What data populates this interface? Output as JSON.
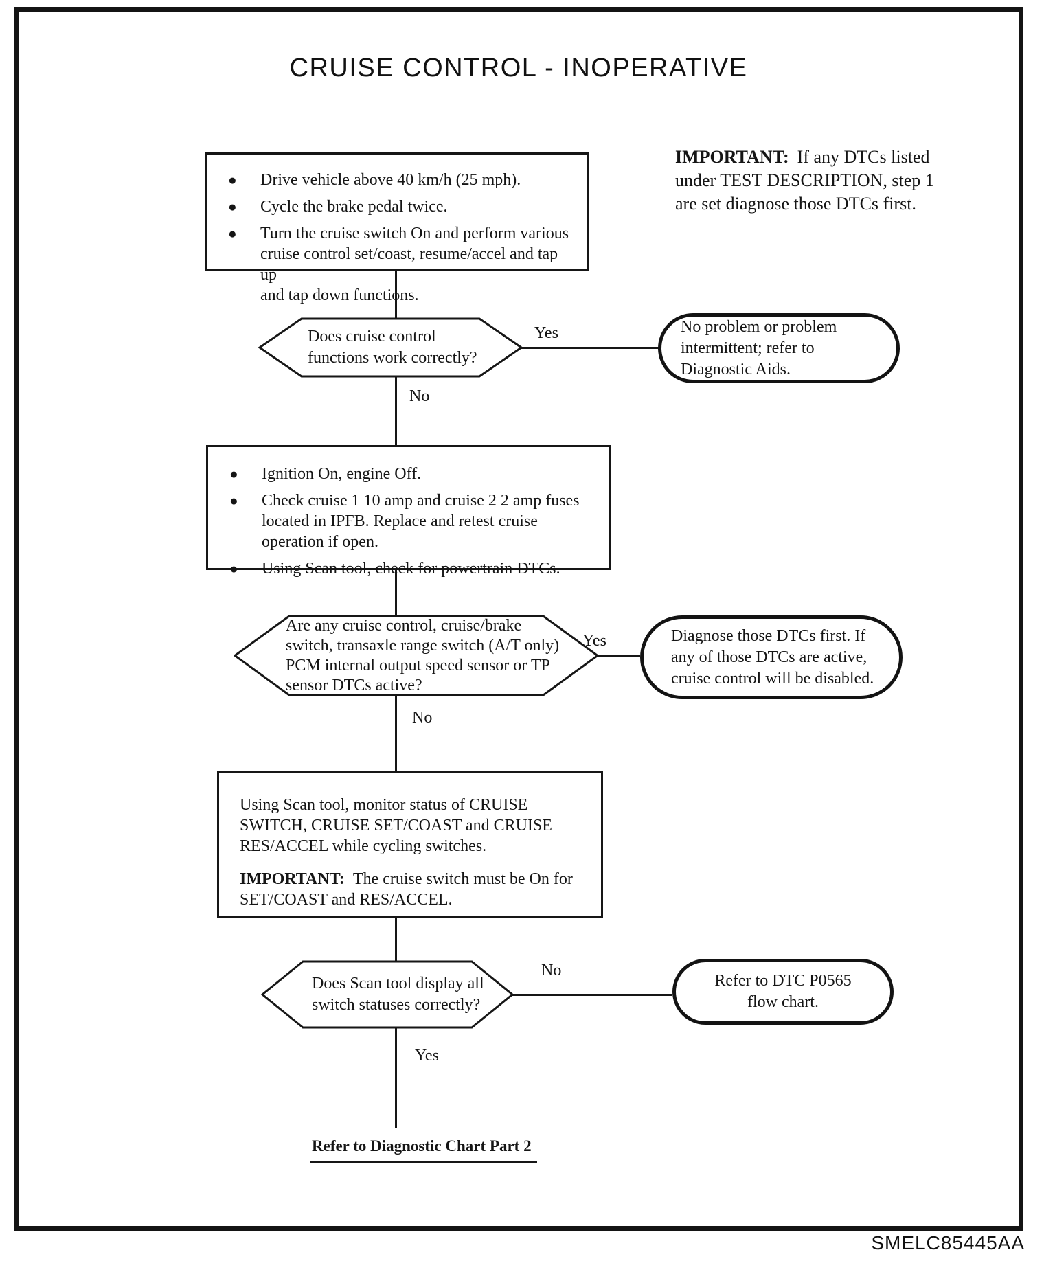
{
  "title": "CRUISE CONTROL - INOPERATIVE",
  "doc_code": "SMELC85445AA",
  "glyphs": {
    "bullet": "●"
  },
  "note": {
    "label": "IMPORTANT:",
    "text": "If any DTCs listed\nunder TEST DESCRIPTION, step 1\nare set diagnose those DTCs first."
  },
  "box1": {
    "bullets": [
      "Drive vehicle above 40 km/h (25 mph).",
      "Cycle the brake pedal twice.",
      "Turn the cruise switch On and perform various\ncruise control set/coast, resume/accel and tap up\nand tap down functions."
    ]
  },
  "decision1": {
    "text": "Does cruise control\nfunctions work correctly?",
    "yes": "Yes",
    "no": "No"
  },
  "result1": {
    "text": "No problem or problem\nintermittent; refer to\nDiagnostic Aids."
  },
  "box2": {
    "bullets": [
      "Ignition On, engine Off.",
      "Check cruise 1 10 amp and cruise 2 2 amp fuses\nlocated in IPFB. Replace and retest cruise\noperation if open.",
      "Using Scan tool, check for powertrain DTCs."
    ]
  },
  "decision2": {
    "text": "Are any cruise control, cruise/brake\nswitch, transaxle range switch (A/T only)\nPCM internal output speed sensor or TP\nsensor DTCs active?",
    "yes": "Yes",
    "no": "No"
  },
  "result2": {
    "text": "Diagnose those DTCs first. If\nany of those DTCs are active,\ncruise control will be disabled."
  },
  "box3": {
    "paragraph": "Using Scan tool, monitor status of CRUISE\nSWITCH, CRUISE SET/COAST and CRUISE\nRES/ACCEL while cycling switches.",
    "important_label": "IMPORTANT:",
    "important_text": "The cruise switch must be On for\nSET/COAST and RES/ACCEL."
  },
  "decision3": {
    "text": "Does Scan tool display all\nswitch statuses correctly?",
    "yes": "Yes",
    "no": "No"
  },
  "result3": {
    "text": "Refer to DTC P0565\nflow chart."
  },
  "footer": {
    "text": "Refer to Diagnostic Chart Part 2"
  }
}
